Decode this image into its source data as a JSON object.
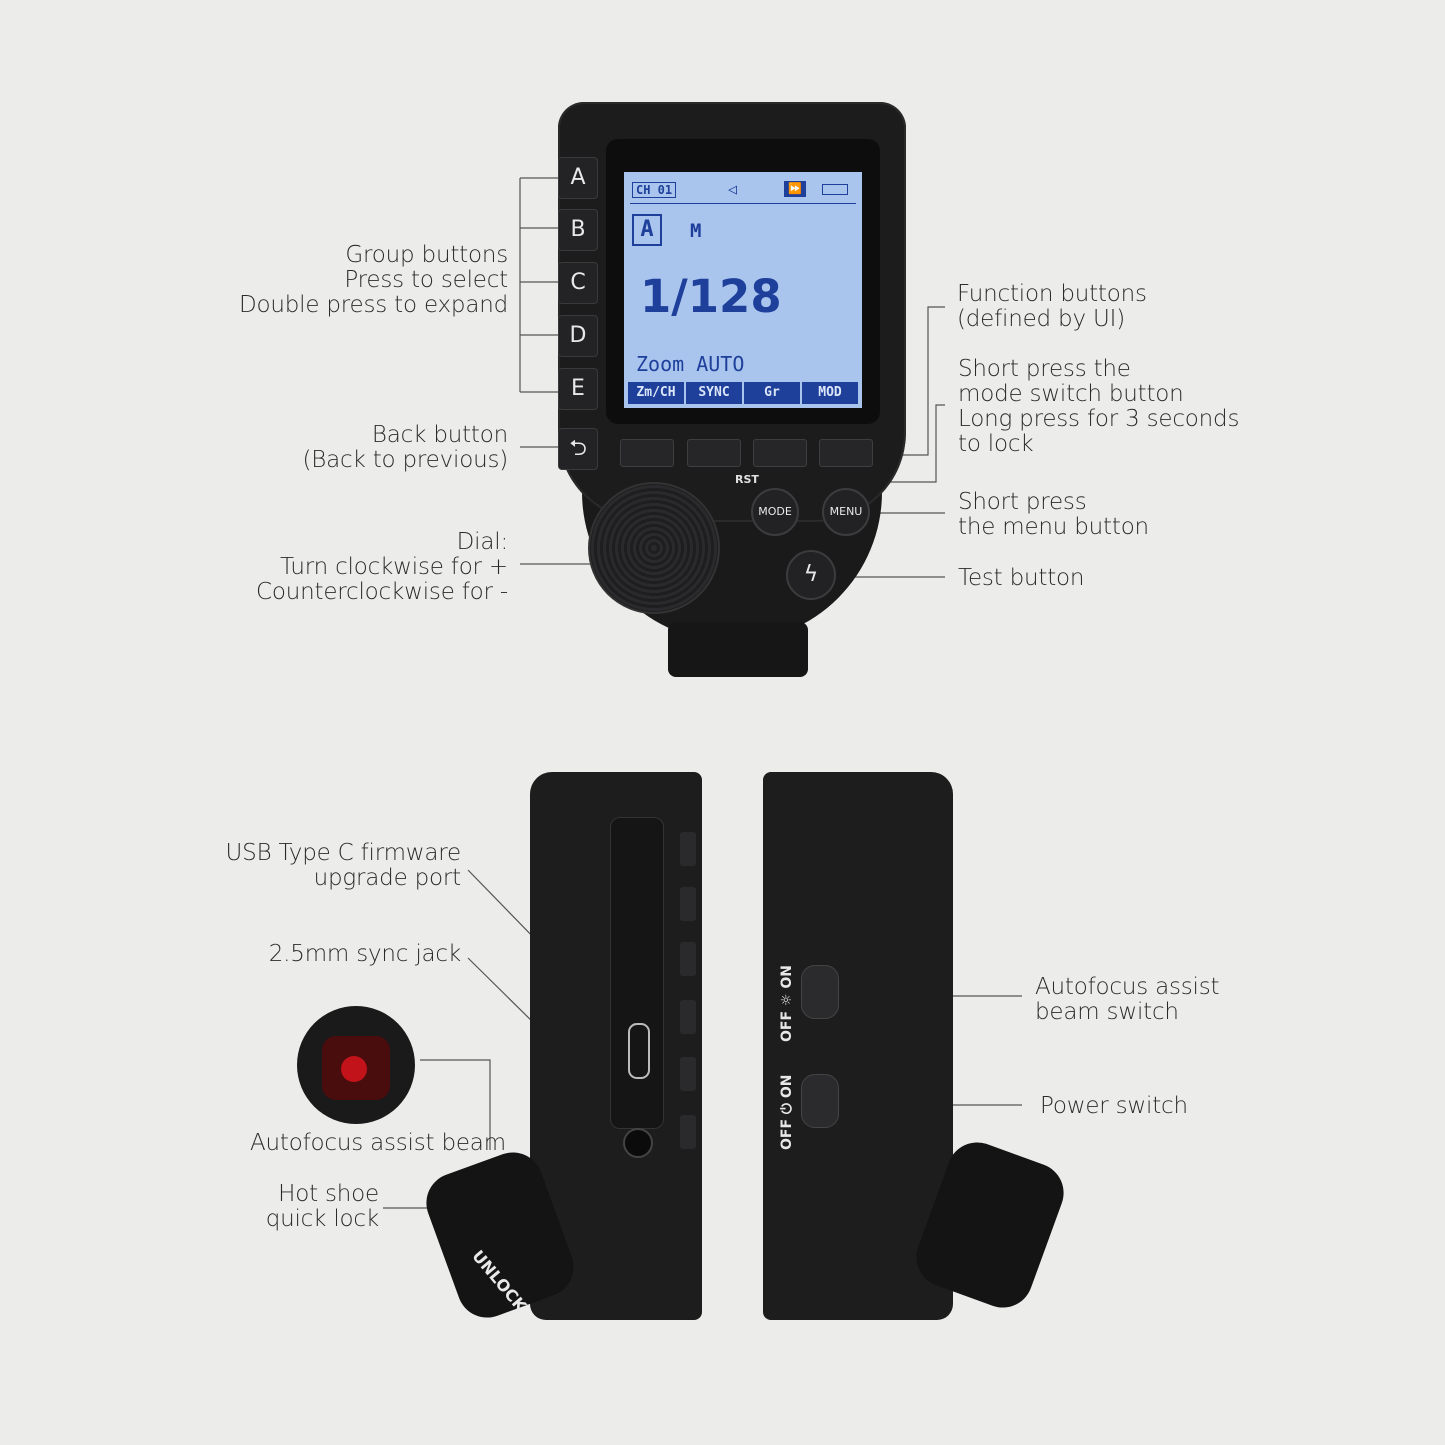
{
  "labels": {
    "group": [
      "Group buttons",
      "Press to select",
      "Double press to expand"
    ],
    "back": [
      "Back button",
      "(Back to previous)"
    ],
    "dial": [
      "Dial:",
      "Turn clockwise for +",
      "Counterclockwise for -"
    ],
    "function": [
      "Function buttons",
      "(defined by UI)"
    ],
    "mode": [
      "Short press the",
      "mode switch button",
      "Long press for 3 seconds",
      "to lock"
    ],
    "menu": [
      "Short press",
      "the menu button"
    ],
    "test": [
      "Test button"
    ],
    "usb": [
      "USB Type C firmware",
      "upgrade port"
    ],
    "sync": [
      "2.5mm sync jack"
    ],
    "afbeam": [
      "Autofocus assist beam"
    ],
    "hotshoe": [
      "Hot shoe",
      "quick lock"
    ],
    "afswitch": [
      "Autofocus assist",
      "beam switch"
    ],
    "power": [
      "Power switch"
    ]
  },
  "device": {
    "group_buttons": [
      "A",
      "B",
      "C",
      "D",
      "E"
    ],
    "back_glyph": "⮌",
    "rst": "RST",
    "mode_btn": "MODE",
    "menu_btn": "MENU",
    "test_glyph": "ϟ",
    "side_af": [
      "ON",
      "☼",
      "OFF"
    ],
    "side_power": [
      "ON",
      "⏻",
      "OFF"
    ],
    "unlock": "UNLOCK"
  },
  "lcd": {
    "channel": "CH 01",
    "speaker": "◁",
    "speed": "⏩",
    "group": "A",
    "mode": "M",
    "power": "1/128",
    "zoom": "Zoom AUTO",
    "softkeys": [
      "Zm/CH",
      "SYNC",
      "Gr",
      "MOD"
    ]
  }
}
